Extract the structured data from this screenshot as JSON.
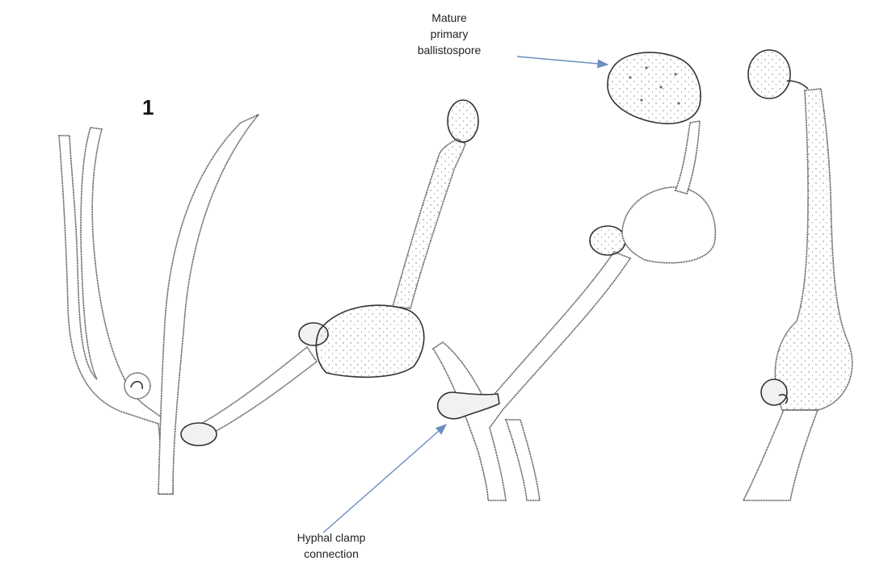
{
  "figure": {
    "number": "1",
    "labels": {
      "spore": [
        "Mature",
        "primary",
        "ballistospore"
      ],
      "clamp": [
        "Hyphal clamp",
        "connection"
      ]
    },
    "colors": {
      "ink": "#333333",
      "arrow": "#6c8ebf",
      "background": "#ffffff"
    }
  }
}
